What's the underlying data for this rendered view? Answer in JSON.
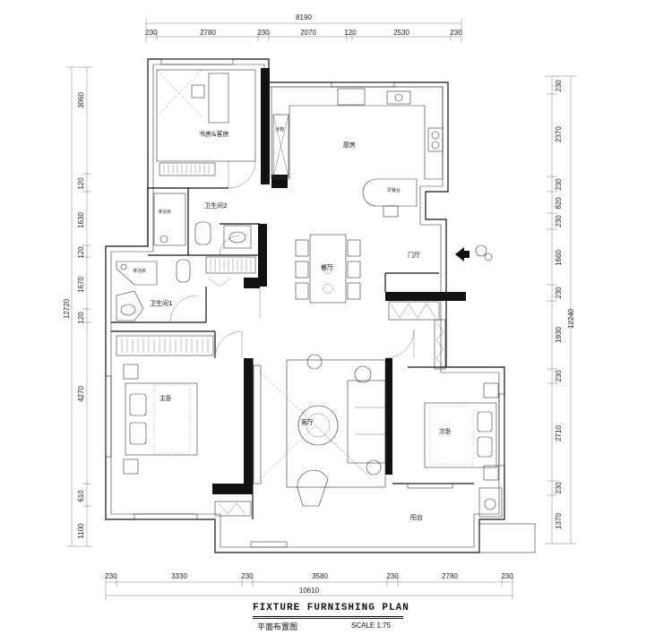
{
  "top_dims": {
    "total": "8190",
    "segments": [
      "230",
      "2780",
      "230",
      "2070",
      "120",
      "2530",
      "230"
    ]
  },
  "bottom_dims": {
    "total": "10610",
    "segments": [
      "230",
      "3330",
      "230",
      "3580",
      "230",
      "2780",
      "230"
    ]
  },
  "left_dims": {
    "total": "12720",
    "segments": [
      "3060",
      "120",
      "1630",
      "120",
      "1670",
      "120",
      "4270",
      "610",
      "1100"
    ]
  },
  "right_dims": {
    "total": "12240",
    "segments": [
      "230",
      "2370",
      "230",
      "820",
      "230",
      "1660",
      "230",
      "1930",
      "230",
      "2710",
      "230",
      "1370"
    ]
  },
  "rooms": {
    "study": "书房&客房",
    "kitchen": "厨房",
    "breakfast": "早餐台",
    "bath2": "卫生间2",
    "bath1": "卫生间1",
    "foyer": "门厅",
    "dining": "餐厅",
    "living": "客厅",
    "master": "主卧",
    "second": "次卧",
    "balcony": "阳台"
  },
  "small_labels": {
    "shower1": "淋浴房",
    "shower2": "淋浴房",
    "fridge": "冰箱"
  },
  "title": "FIXTURE FURNISHING PLAN",
  "subtitle": "平面布置图",
  "scale": "SCALE 1:75"
}
